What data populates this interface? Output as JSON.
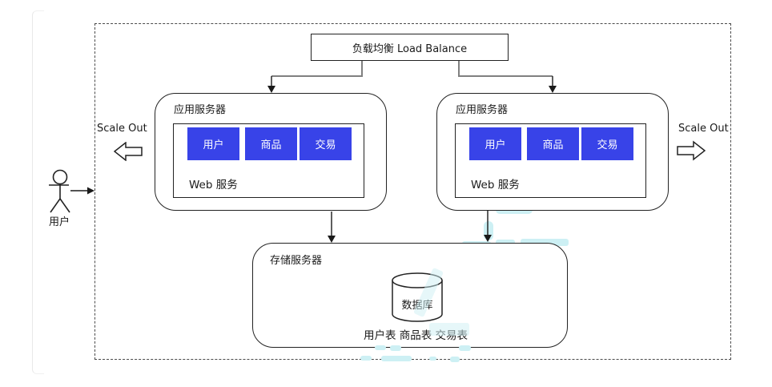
{
  "diagram": {
    "load_balancer_label": "负载均衡 Load Balance",
    "scale_out_left_label": "Scale Out",
    "scale_out_right_label": "Scale Out",
    "actor_label": "用户",
    "app_servers": [
      {
        "title": "应用服务器",
        "modules": [
          "用户",
          "商品",
          "交易"
        ],
        "web_service_label": "Web 服务"
      },
      {
        "title": "应用服务器",
        "modules": [
          "用户",
          "商品",
          "交易"
        ],
        "web_service_label": "Web 服务"
      }
    ],
    "storage_server": {
      "title": "存储服务器",
      "database_label": "数据库",
      "tables_label": "用户表 商品表 交易表"
    },
    "colors": {
      "module_blue": "#3843E8",
      "shape_border": "#222222",
      "connector_gray": "#808080",
      "watermark_cyan": "#CDF0F4"
    }
  }
}
